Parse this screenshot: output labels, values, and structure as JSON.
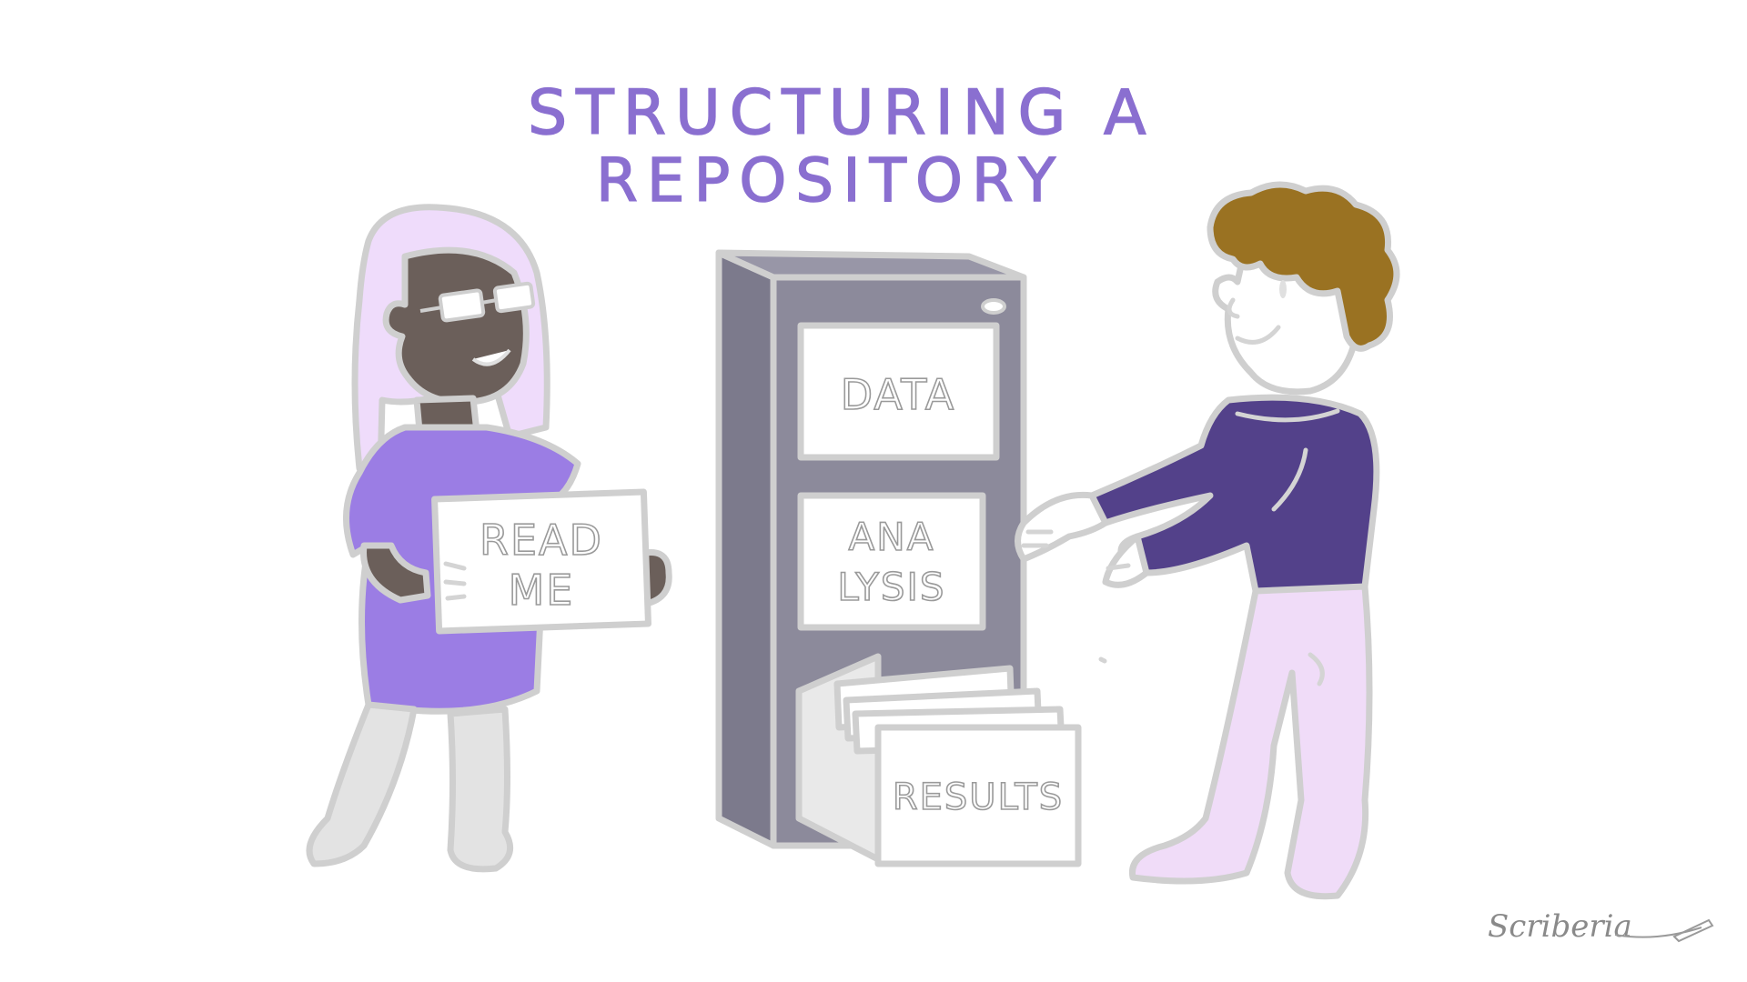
{
  "title": {
    "line1": "STRUCTURING A",
    "line2": "REPOSITORY"
  },
  "sign": {
    "line1": "READ",
    "line2": "ME"
  },
  "drawers": {
    "top": "DATA",
    "middle_line1": "ANA",
    "middle_line2": "LYSIS",
    "bottom": "RESULTS"
  },
  "signature": "Scriberia",
  "colors": {
    "title": "#8a6fd0",
    "cabinet": "#8c8a9b",
    "dress": "#9b7de4",
    "hair_girl": "#efdcfb",
    "skin_girl": "#6b5f5a",
    "sweater": "#53418a",
    "pants": "#f0dcf8",
    "hair_boy": "#9a7222",
    "outline": "#cfcfcf"
  }
}
